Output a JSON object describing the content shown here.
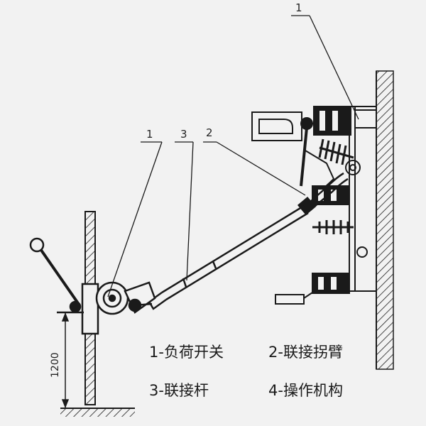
{
  "callouts": {
    "c1_top": "1",
    "c1_left": "1",
    "c3": "3",
    "c2": "2"
  },
  "dimension": {
    "height_label": "1200"
  },
  "legend": {
    "item1": "1-负荷开关",
    "item2": "2-联接拐臂",
    "item3": "3-联接杆",
    "item4": "4-操作机构"
  },
  "colors": {
    "line": "#1a1a1a",
    "background": "#f2f2f2"
  }
}
